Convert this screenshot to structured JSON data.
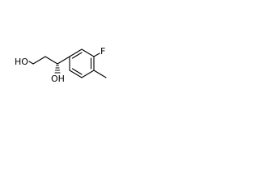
{
  "molecule": {
    "atoms": {
      "fluorine": "F",
      "hydroxyl_terminal": "HO",
      "hydroxyl_benzylic": "OH"
    },
    "bond_color": "#000000",
    "background_color": "#ffffff"
  }
}
